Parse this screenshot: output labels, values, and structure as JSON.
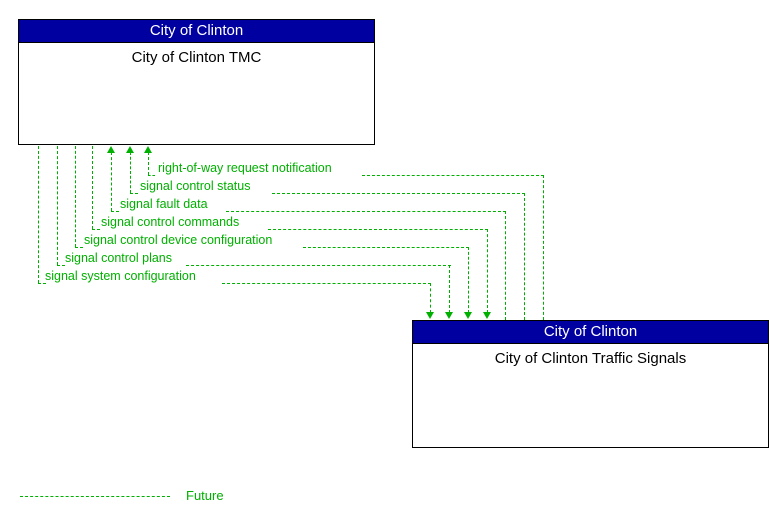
{
  "diagram": {
    "type": "information-flow-diagram",
    "colors": {
      "header_fill": "#0000a0",
      "header_text": "#ffffff",
      "box_border": "#000000",
      "flow_green": "#00b000",
      "background": "#ffffff"
    },
    "nodes": [
      {
        "id": "tmc",
        "stakeholder": "City of Clinton",
        "name": "City of Clinton TMC"
      },
      {
        "id": "signals",
        "stakeholder": "City of Clinton",
        "name": "City of Clinton Traffic Signals"
      }
    ],
    "flows": [
      {
        "label": "right-of-way request notification",
        "direction": "signals-to-tmc",
        "status": "Future"
      },
      {
        "label": "signal control status",
        "direction": "signals-to-tmc",
        "status": "Future"
      },
      {
        "label": "signal fault data",
        "direction": "signals-to-tmc",
        "status": "Future"
      },
      {
        "label": "signal control commands",
        "direction": "tmc-to-signals",
        "status": "Future"
      },
      {
        "label": "signal control device configuration",
        "direction": "tmc-to-signals",
        "status": "Future"
      },
      {
        "label": "signal control plans",
        "direction": "tmc-to-signals",
        "status": "Future"
      },
      {
        "label": "signal system configuration",
        "direction": "tmc-to-signals",
        "status": "Future"
      }
    ],
    "legend": [
      {
        "label": "Future",
        "line_style": "dashed",
        "color": "#00b000"
      }
    ]
  }
}
